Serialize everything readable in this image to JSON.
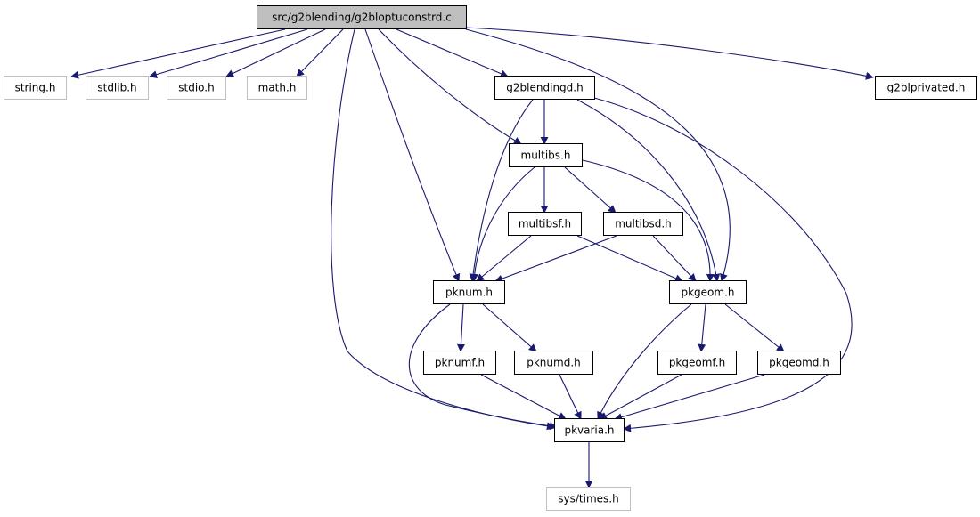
{
  "nodes": [
    {
      "id": "root",
      "label": "src/g2blending/g2bloptuconstrd.c",
      "kind": "root"
    },
    {
      "id": "string",
      "label": "string.h",
      "kind": "external"
    },
    {
      "id": "stdlib",
      "label": "stdlib.h",
      "kind": "external"
    },
    {
      "id": "stdio",
      "label": "stdio.h",
      "kind": "external"
    },
    {
      "id": "math",
      "label": "math.h",
      "kind": "external"
    },
    {
      "id": "g2blendingd",
      "label": "g2blendingd.h",
      "kind": "local"
    },
    {
      "id": "g2blprivated",
      "label": "g2blprivated.h",
      "kind": "local"
    },
    {
      "id": "multibs",
      "label": "multibs.h",
      "kind": "local"
    },
    {
      "id": "multibsf",
      "label": "multibsf.h",
      "kind": "local"
    },
    {
      "id": "multibsd",
      "label": "multibsd.h",
      "kind": "local"
    },
    {
      "id": "pknum",
      "label": "pknum.h",
      "kind": "local"
    },
    {
      "id": "pkgeom",
      "label": "pkgeom.h",
      "kind": "local"
    },
    {
      "id": "pknumf",
      "label": "pknumf.h",
      "kind": "local"
    },
    {
      "id": "pknumd",
      "label": "pknumd.h",
      "kind": "local"
    },
    {
      "id": "pkgeomf",
      "label": "pkgeomf.h",
      "kind": "local"
    },
    {
      "id": "pkgeomd",
      "label": "pkgeomd.h",
      "kind": "local"
    },
    {
      "id": "pkvaria",
      "label": "pkvaria.h",
      "kind": "local"
    },
    {
      "id": "systimes",
      "label": "sys/times.h",
      "kind": "external"
    }
  ],
  "edges": [
    [
      "root",
      "string"
    ],
    [
      "root",
      "stdlib"
    ],
    [
      "root",
      "stdio"
    ],
    [
      "root",
      "math"
    ],
    [
      "root",
      "g2blendingd"
    ],
    [
      "root",
      "g2blprivated"
    ],
    [
      "root",
      "multibs"
    ],
    [
      "root",
      "pknum"
    ],
    [
      "root",
      "pkgeom"
    ],
    [
      "root",
      "pkvaria"
    ],
    [
      "g2blendingd",
      "multibs"
    ],
    [
      "g2blendingd",
      "pknum"
    ],
    [
      "g2blendingd",
      "pkgeom"
    ],
    [
      "g2blendingd",
      "pkvaria"
    ],
    [
      "multibs",
      "multibsf"
    ],
    [
      "multibs",
      "multibsd"
    ],
    [
      "multibs",
      "pknum"
    ],
    [
      "multibs",
      "pkgeom"
    ],
    [
      "multibsf",
      "pknum"
    ],
    [
      "multibsf",
      "pkgeom"
    ],
    [
      "multibsd",
      "pknum"
    ],
    [
      "multibsd",
      "pkgeom"
    ],
    [
      "pknum",
      "pknumf"
    ],
    [
      "pknum",
      "pknumd"
    ],
    [
      "pknum",
      "pkvaria"
    ],
    [
      "pkgeom",
      "pkgeomf"
    ],
    [
      "pkgeom",
      "pkgeomd"
    ],
    [
      "pkgeom",
      "pkvaria"
    ],
    [
      "pknumf",
      "pkvaria"
    ],
    [
      "pknumd",
      "pkvaria"
    ],
    [
      "pkgeomf",
      "pkvaria"
    ],
    [
      "pkgeomd",
      "pkvaria"
    ],
    [
      "pkvaria",
      "systimes"
    ]
  ],
  "colors": {
    "edge": "#191970",
    "root_fill": "#bfbfbf",
    "external_border": "#bfbfbf",
    "local_border": "#000000"
  }
}
